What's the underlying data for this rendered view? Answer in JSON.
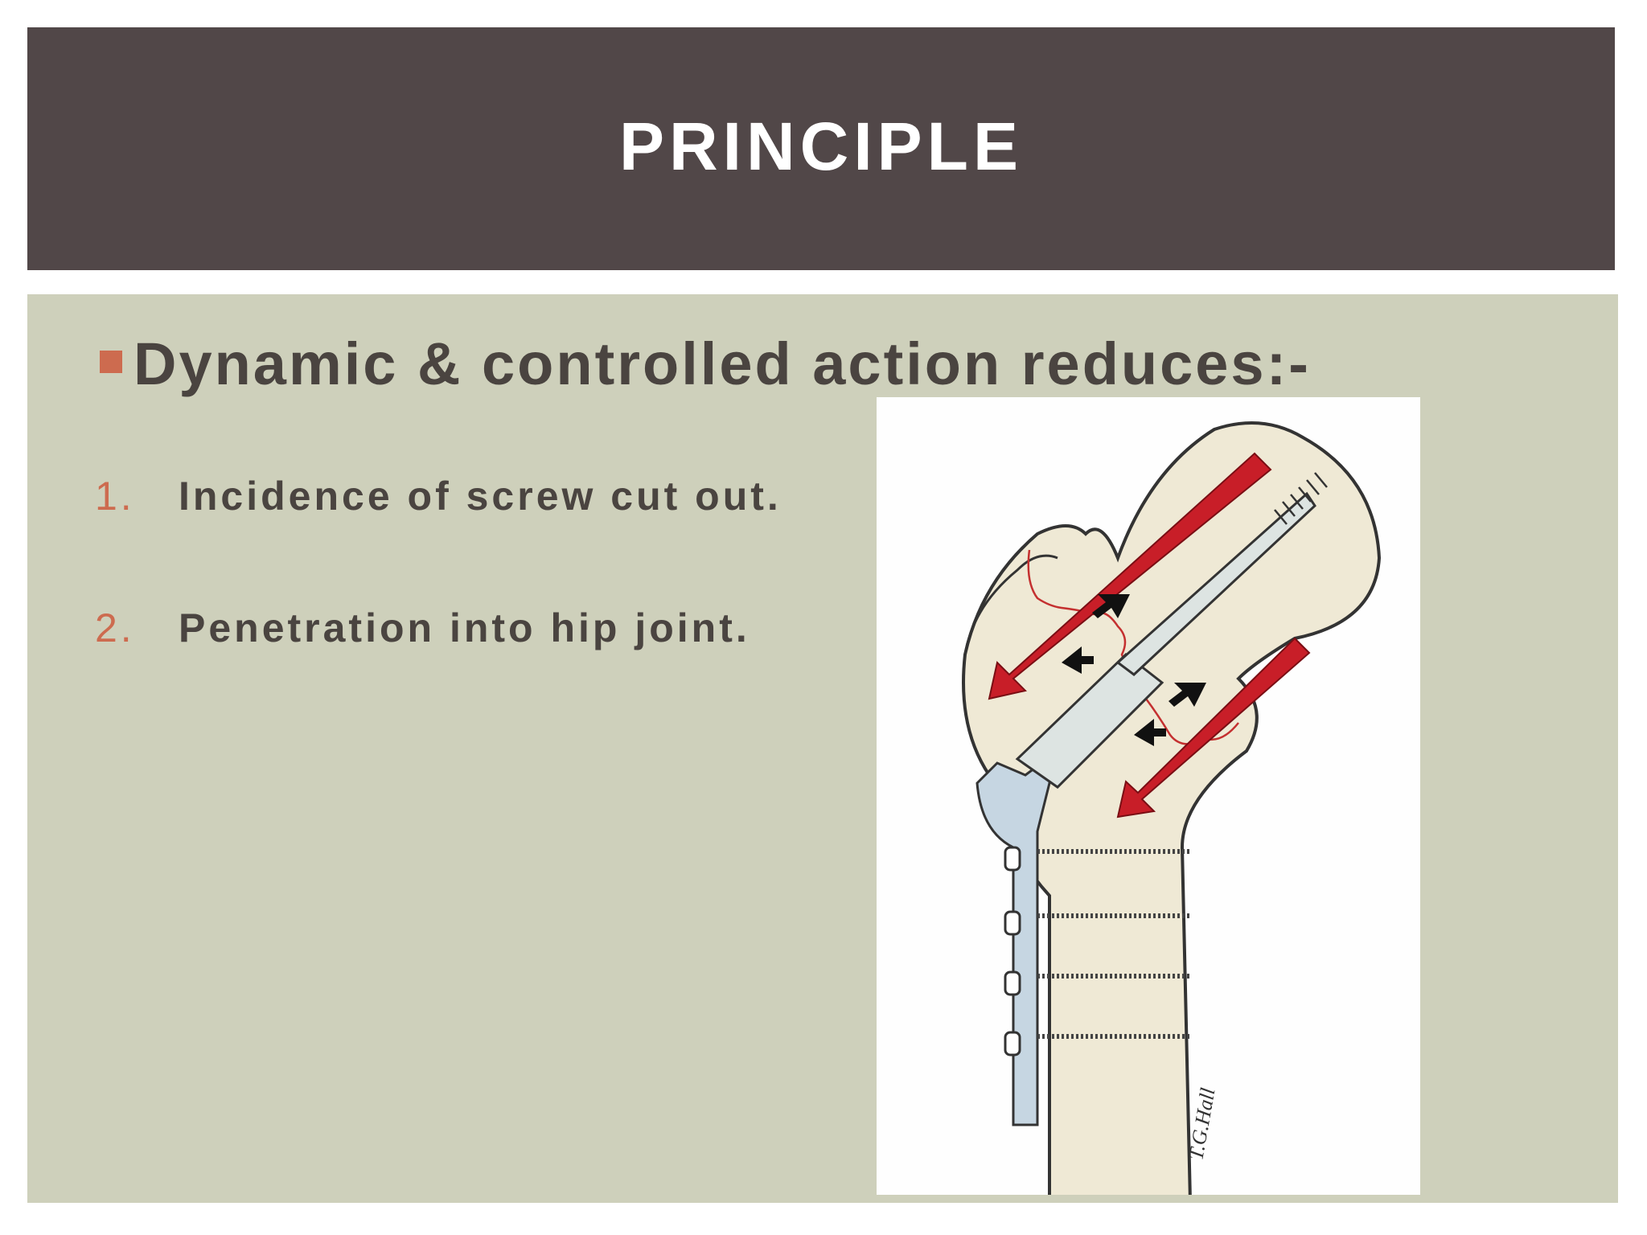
{
  "slide": {
    "title": "PRINCIPLE",
    "bullet": "Dynamic & controlled action reduces:-",
    "list": [
      {
        "number": "1.",
        "text": "Incidence of screw cut out."
      },
      {
        "number": "2.",
        "text": "Penetration into hip joint."
      }
    ],
    "figure_signature": "T.G.Hall"
  },
  "colors": {
    "title_bar": "#514748",
    "content_bg": "#ced0bb",
    "accent": "#cd6b4f",
    "text": "#4a4440",
    "bone": "#efe9d5",
    "implant": "#c6d6e2",
    "force_arrow": "#c81e28"
  }
}
